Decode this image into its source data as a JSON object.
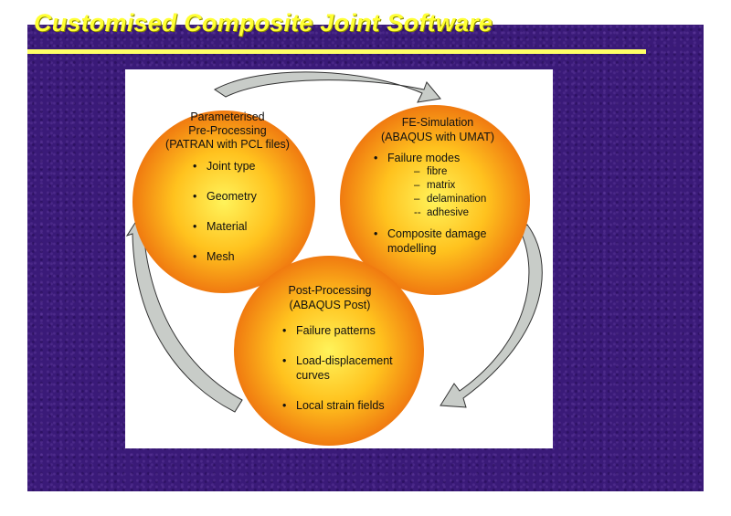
{
  "title": "Customised Composite Joint Software",
  "colors": {
    "title": "#ffff33",
    "rule": "#ffff66",
    "background": "#3a1a78",
    "circle_center": "#ffe84a",
    "circle_edge": "#f07810",
    "arrow": "#c8ccc8"
  },
  "circles": [
    {
      "heading": [
        "Parameterised",
        "Pre-Processing",
        "(PATRAN with PCL files)"
      ],
      "bullets": [
        "Joint type",
        "Geometry",
        "Material",
        "Mesh"
      ]
    },
    {
      "heading": [
        "FE-Simulation",
        "(ABAQUS with UMAT)"
      ],
      "bullets": [
        "Failure modes"
      ],
      "sub_items": [
        "fibre",
        "matrix",
        "delamination",
        "adhesive"
      ],
      "sub_markers": [
        "–",
        "–",
        "–",
        "--"
      ],
      "extra_bullet": [
        "Composite damage",
        "modelling"
      ]
    },
    {
      "heading": [
        "Post-Processing",
        "(ABAQUS Post)"
      ],
      "bullets": [
        "Failure patterns",
        "Load-displacement",
        "curves",
        "Local strain fields"
      ]
    }
  ]
}
